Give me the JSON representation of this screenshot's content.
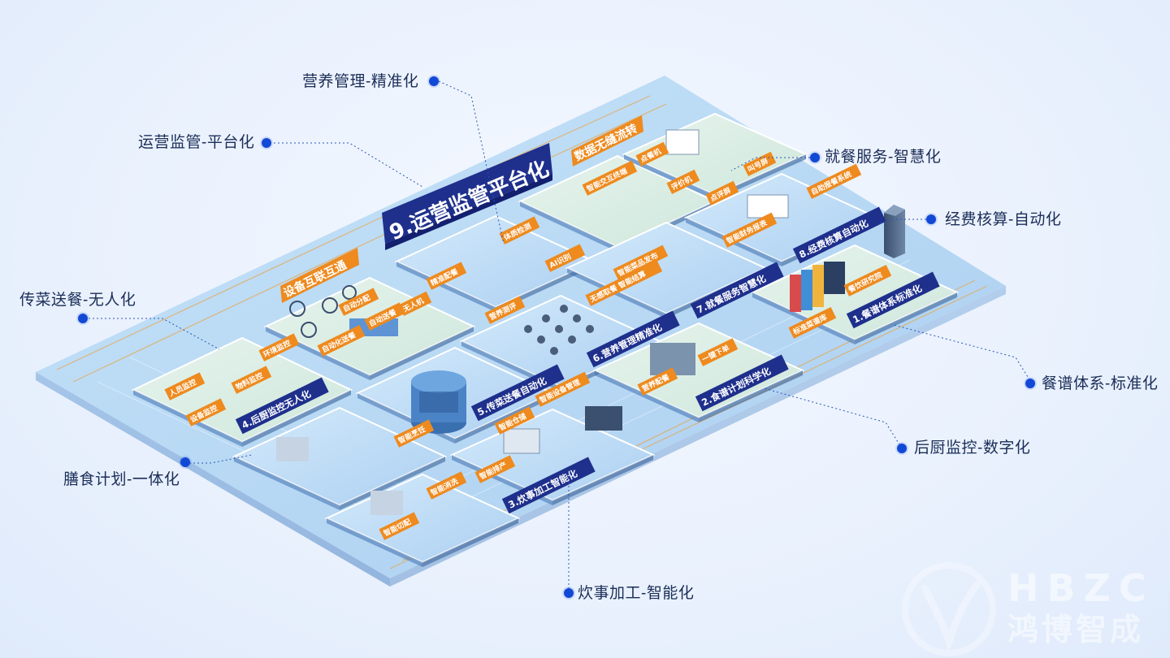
{
  "platform": {
    "title": "9.运营监管平台化",
    "banner_left": "设备互联互通",
    "banner_right": "数据无缝流转"
  },
  "modules": [
    {
      "title": "1.餐谱体系标准化",
      "tags": [
        "标准菜谱库",
        "餐饮研究院"
      ]
    },
    {
      "title": "2.食谱计划科学化",
      "tags": [
        "一键下单",
        "营养配餐"
      ]
    },
    {
      "title": "3.炊事加工智能化",
      "tags": [
        "智能仓储",
        "智能烹饪",
        "智能消洗",
        "智能切配",
        "智能排产",
        "智能设备管理"
      ]
    },
    {
      "title": "4.后厨监控无人化",
      "tags": [
        "人员监控",
        "设备监控",
        "环境监控",
        "物料监控"
      ]
    },
    {
      "title": "5.传菜送餐自动化",
      "tags": [
        "自动化送餐",
        "自动送餐",
        "自动分配",
        "无人机"
      ]
    },
    {
      "title": "6.营养管理精准化",
      "tags": [
        "精准配餐",
        "营养测评",
        "体质检测",
        "AI识别",
        "无感取餐 智能结算"
      ]
    },
    {
      "title": "7.就餐服务智慧化",
      "tags": [
        "智能交互终端",
        "智能菜品发布"
      ]
    },
    {
      "title": "8.经费核算自动化",
      "tags": [
        "自助报餐系统",
        "智能财务报表"
      ]
    },
    {
      "title": "",
      "tags": [
        "点餐机",
        "评价机",
        "叫号屏",
        "点评屏"
      ]
    }
  ],
  "callouts": [
    {
      "id": "nutrition",
      "label": "营养管理-精准化"
    },
    {
      "id": "operation",
      "label": "运营监管-平台化"
    },
    {
      "id": "dining",
      "label": "就餐服务-智慧化"
    },
    {
      "id": "funding",
      "label": "经费核算-自动化"
    },
    {
      "id": "delivery",
      "label": "传菜送餐-无人化"
    },
    {
      "id": "menu",
      "label": "餐谱体系-标准化"
    },
    {
      "id": "kitchen",
      "label": "后厨监控-数字化"
    },
    {
      "id": "planning",
      "label": "膳食计划-一体化"
    },
    {
      "id": "cooking",
      "label": "炊事加工-智能化"
    }
  ],
  "watermark": {
    "latin": "HBZC",
    "chinese": "鸿博智成"
  },
  "colors": {
    "accent_blue": "#1248d6",
    "navy_label": "#1e2f8c",
    "orange_tag": "#ee8a1e",
    "platform_blue": "#a8cef0",
    "tile_green": "#dcefe6",
    "tile_blue": "#bcdcf6"
  }
}
